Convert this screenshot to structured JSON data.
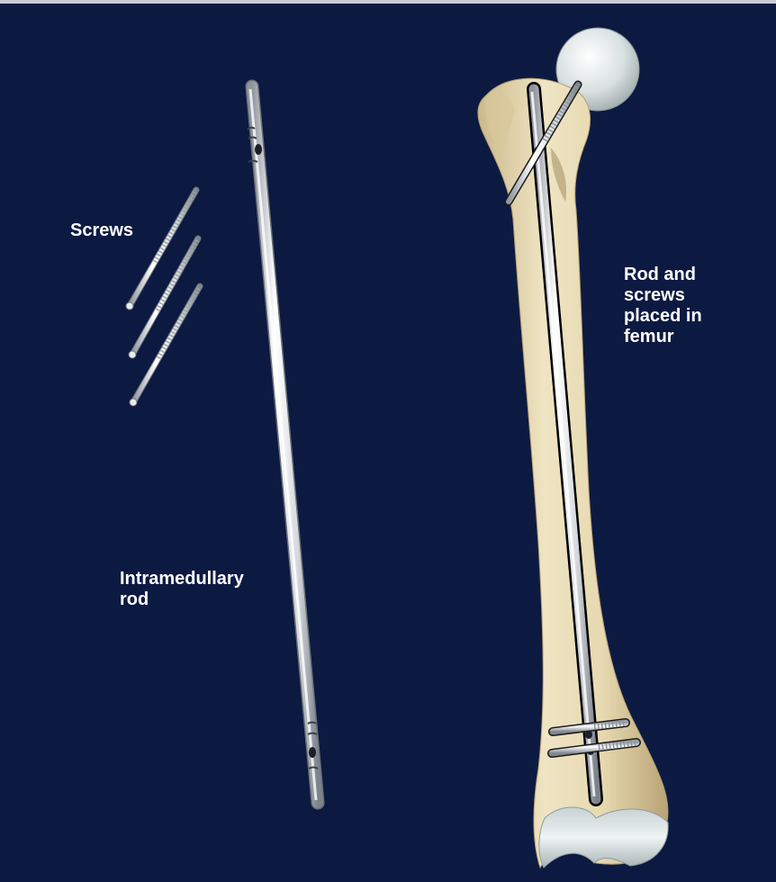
{
  "labels": {
    "screws": "Screws",
    "intramedullary_rod": "Intramedullary\nrod",
    "rod_and_screws_in_femur": "Rod and\nscrews\nplaced in\nfemur"
  },
  "colors": {
    "background": "#0c1a42",
    "bone": "#e6d9b2",
    "metal": "#d7dbe0",
    "text": "#ffffff"
  }
}
